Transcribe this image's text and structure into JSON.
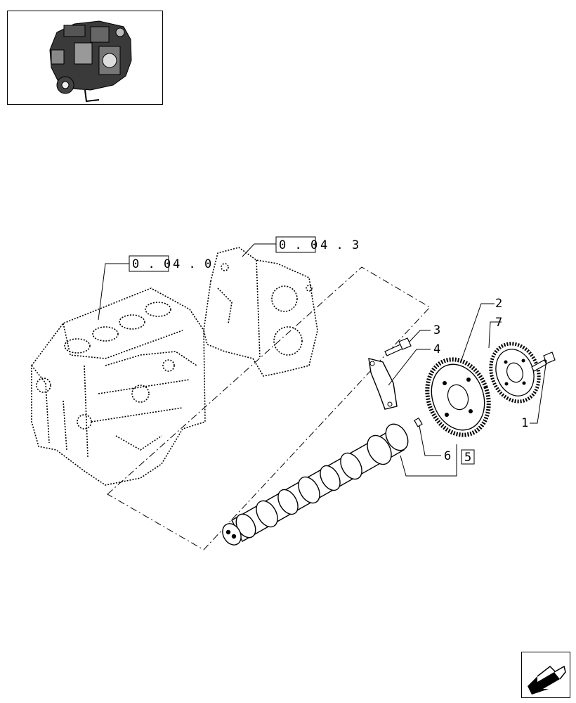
{
  "thumbnail": {
    "icon": "engine-thumbnail-icon"
  },
  "references": [
    {
      "boxed": "0 . 0",
      "suffix": "4 . 0"
    },
    {
      "boxed": "0 . 0",
      "suffix": "4 . 3"
    }
  ],
  "callouts": {
    "c1": "1",
    "c2": "2",
    "c3": "3",
    "c4": "4",
    "c6": "6",
    "c7": "7",
    "kit": "5"
  },
  "nav": {
    "icon": "next-page-arrow-icon"
  }
}
